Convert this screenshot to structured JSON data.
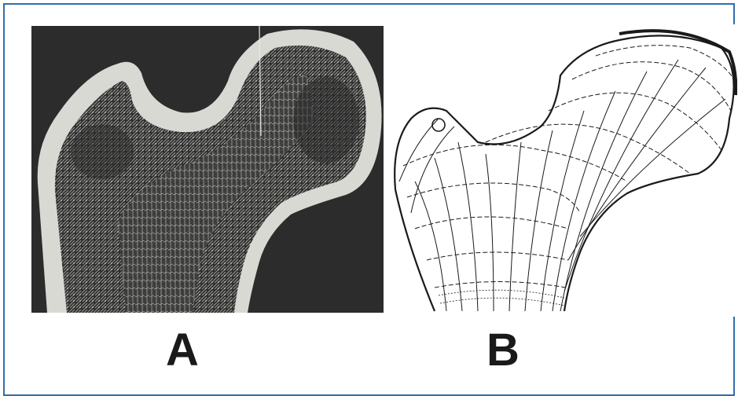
{
  "figure": {
    "panels": [
      {
        "id": "panel-a",
        "label": "A",
        "content": "photo-icon"
      },
      {
        "id": "panel-b",
        "label": "B",
        "content": "line-drawing-icon"
      }
    ],
    "colors": {
      "frame_border": "#2f6fab",
      "photo_background": "#2c2c2c",
      "bone_light": "#d9d9d4",
      "ink": "#1a1a1a"
    }
  }
}
